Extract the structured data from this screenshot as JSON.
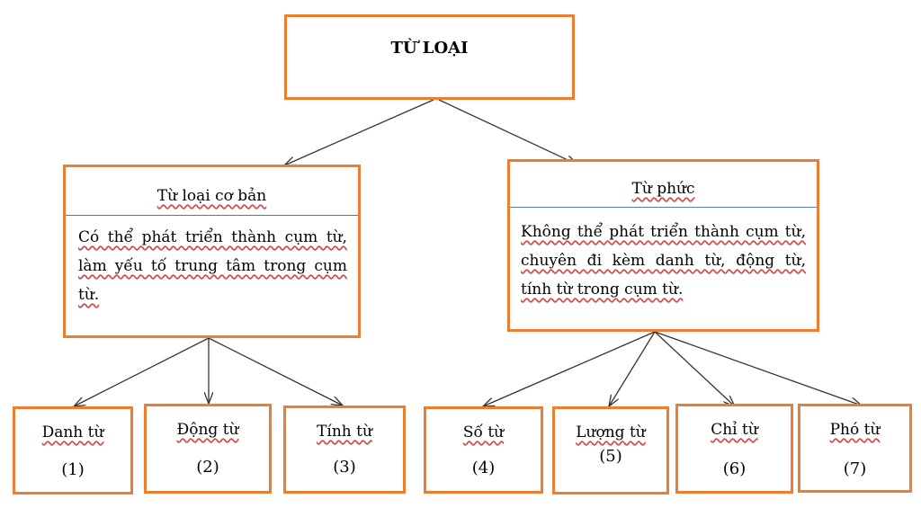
{
  "root": {
    "title": "TỪ LOẠI"
  },
  "basic": {
    "title": "Từ loại cơ bản",
    "description": "Có thể phát triển thành cụm từ, làm yếu tố trung tâm trong cụm từ."
  },
  "complex": {
    "title": "Từ phức",
    "description": "Không thể phát triển thành cụm từ, chuyên đi kèm danh từ, động từ, tính từ trong cụm từ."
  },
  "leaves": [
    {
      "name": "Danh từ",
      "number": "(1)"
    },
    {
      "name": "Động từ",
      "number": "(2)"
    },
    {
      "name": "Tính từ",
      "number": "(3)"
    },
    {
      "name": "Số từ",
      "number": "(4)"
    },
    {
      "name": "Lượng từ",
      "number": "(5)"
    },
    {
      "name": "Chỉ từ",
      "number": "(6)"
    },
    {
      "name": "Phó từ",
      "number": "(7)"
    }
  ],
  "colors": {
    "box_border": "#ED7D31",
    "arrow": "#333333"
  }
}
